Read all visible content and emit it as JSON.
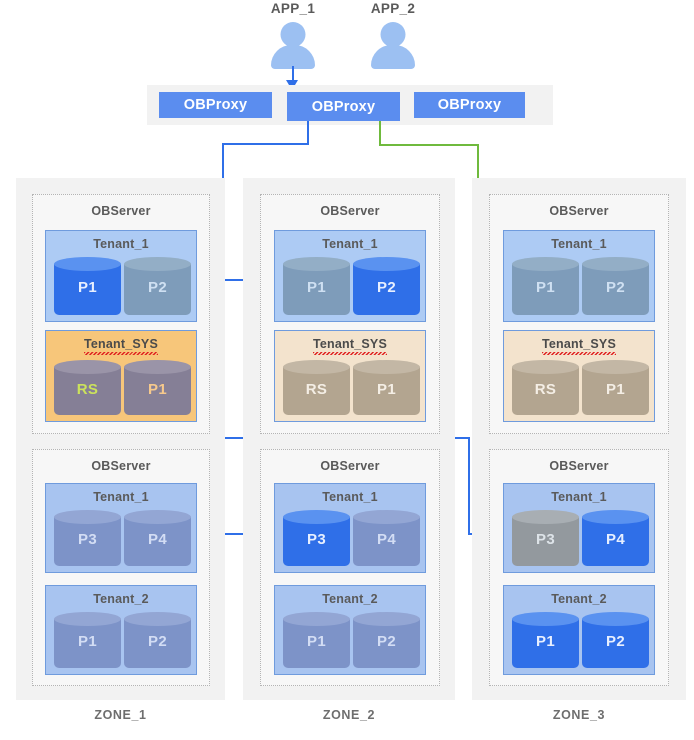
{
  "diagram": {
    "title": "OceanBase cluster topology",
    "colors": {
      "proxy_blue": "#5b8def",
      "active_cylinder": "#2f6fe8",
      "muted_cylinder": "#7e9cba",
      "sys_zone1_cylinder": "#857f96",
      "sys_other_cylinder": "#b3a590",
      "zone_background": "#f2f2f2",
      "link_blue": "#2f6fe8",
      "link_green": "#6fba3d",
      "actor_blue": "#9cc0f2"
    }
  },
  "apps": [
    {
      "label": "APP_1",
      "icon": "person-icon",
      "has_arrow_to_proxy": true
    },
    {
      "label": "APP_2",
      "icon": "person-icon",
      "has_arrow_to_proxy": false
    }
  ],
  "proxies": [
    {
      "label": "OBProxy"
    },
    {
      "label": "OBProxy"
    },
    {
      "label": "OBProxy"
    }
  ],
  "zones": [
    {
      "label": "ZONE_1",
      "servers": [
        {
          "label": "OBServer",
          "tenants": [
            {
              "name": "Tenant_1",
              "style": "t1-top",
              "spellcheck": false,
              "partitions": [
                {
                  "label": "P1",
                  "state": "active"
                },
                {
                  "label": "P2",
                  "state": "muted"
                }
              ]
            },
            {
              "name": "Tenant_SYS",
              "style": "t-sys-1",
              "spellcheck": true,
              "partitions": [
                {
                  "label": "RS",
                  "state": "sys1-rs"
                },
                {
                  "label": "P1",
                  "state": "sys1-p1"
                }
              ]
            }
          ]
        },
        {
          "label": "OBServer",
          "tenants": [
            {
              "name": "Tenant_1",
              "style": "t-lower",
              "spellcheck": false,
              "partitions": [
                {
                  "label": "P3",
                  "state": "muted2"
                },
                {
                  "label": "P4",
                  "state": "muted2"
                }
              ]
            },
            {
              "name": "Tenant_2",
              "style": "t-lower",
              "spellcheck": false,
              "partitions": [
                {
                  "label": "P1",
                  "state": "muted2"
                },
                {
                  "label": "P2",
                  "state": "muted2"
                }
              ]
            }
          ]
        }
      ]
    },
    {
      "label": "ZONE_2",
      "servers": [
        {
          "label": "OBServer",
          "tenants": [
            {
              "name": "Tenant_1",
              "style": "t1-top",
              "spellcheck": false,
              "partitions": [
                {
                  "label": "P1",
                  "state": "muted"
                },
                {
                  "label": "P2",
                  "state": "active"
                }
              ]
            },
            {
              "name": "Tenant_SYS",
              "style": "t-sys-n",
              "spellcheck": true,
              "partitions": [
                {
                  "label": "RS",
                  "state": "sysn"
                },
                {
                  "label": "P1",
                  "state": "sysn"
                }
              ]
            }
          ]
        },
        {
          "label": "OBServer",
          "tenants": [
            {
              "name": "Tenant_1",
              "style": "t-lower",
              "spellcheck": false,
              "partitions": [
                {
                  "label": "P3",
                  "state": "active"
                },
                {
                  "label": "P4",
                  "state": "muted2"
                }
              ]
            },
            {
              "name": "Tenant_2",
              "style": "t-lower",
              "spellcheck": false,
              "partitions": [
                {
                  "label": "P1",
                  "state": "muted2"
                },
                {
                  "label": "P2",
                  "state": "muted2"
                }
              ]
            }
          ]
        }
      ]
    },
    {
      "label": "ZONE_3",
      "servers": [
        {
          "label": "OBServer",
          "tenants": [
            {
              "name": "Tenant_1",
              "style": "t1-top",
              "spellcheck": false,
              "partitions": [
                {
                  "label": "P1",
                  "state": "muted"
                },
                {
                  "label": "P2",
                  "state": "muted"
                }
              ]
            },
            {
              "name": "Tenant_SYS",
              "style": "t-sys-n",
              "spellcheck": true,
              "partitions": [
                {
                  "label": "RS",
                  "state": "sysn"
                },
                {
                  "label": "P1",
                  "state": "sysn"
                }
              ]
            }
          ]
        },
        {
          "label": "OBServer",
          "tenants": [
            {
              "name": "Tenant_1",
              "style": "t-lower",
              "spellcheck": false,
              "partitions": [
                {
                  "label": "P3",
                  "state": "grey"
                },
                {
                  "label": "P4",
                  "state": "active"
                }
              ]
            },
            {
              "name": "Tenant_2",
              "style": "t-lower",
              "spellcheck": false,
              "partitions": [
                {
                  "label": "P1",
                  "state": "active"
                },
                {
                  "label": "P2",
                  "state": "active"
                }
              ]
            }
          ]
        }
      ]
    }
  ]
}
